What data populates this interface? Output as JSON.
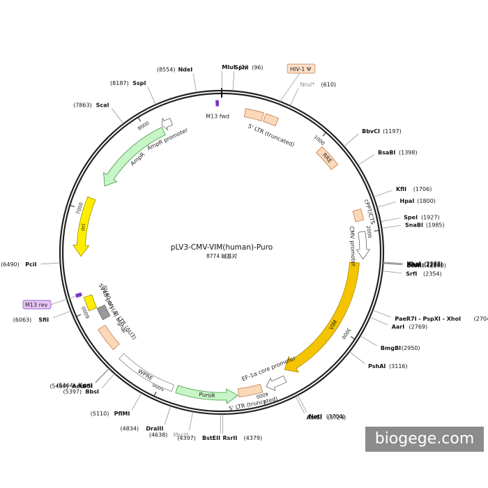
{
  "plasmid": {
    "name": "pLV3-CMV-VIM(human)-Puro",
    "size_label": "8774 碱基对",
    "length": 8774
  },
  "colors": {
    "backbone": "#222222",
    "utr": "#fbd9b8",
    "utr_stroke": "#c07a4a",
    "cds_yellow": "#f4c400",
    "ori_yellow": "#ffee00",
    "ampr_green": "#c8f5c8",
    "puro_green": "#c8f5c8",
    "promoter": "#ffffff",
    "primer": "#7a35c8",
    "primer_label_bg": "#e7c6f5",
    "hiv_label_bg": "#fde0c8"
  },
  "sites": [
    {
      "name": "MluI",
      "pos": "(1)",
      "bp": 1
    },
    {
      "name": "SphI",
      "pos": "(96)",
      "bp": 96
    },
    {
      "name": "NruI*",
      "pos": "(610)",
      "bp": 610,
      "grey": true
    },
    {
      "name": "BbvCI",
      "pos": "(1197)",
      "bp": 1197
    },
    {
      "name": "BsaBI",
      "pos": "(1398)",
      "bp": 1398
    },
    {
      "name": "KflI",
      "pos": "(1706)",
      "bp": 1706
    },
    {
      "name": "HpaI",
      "pos": "(1800)",
      "bp": 1800
    },
    {
      "name": "SpeI",
      "pos": "(1927)",
      "bp": 1927
    },
    {
      "name": "SnaBI",
      "pos": "(1985)",
      "bp": 1985
    },
    {
      "name": "XbaI",
      "pos": "(2278)",
      "bp": 2278
    },
    {
      "name": "NheI",
      "pos": "(2284)",
      "bp": 2284
    },
    {
      "name": "BmtI",
      "pos": "(2288)",
      "bp": 2288
    },
    {
      "name": "EcoRI",
      "pos": "(2290)",
      "bp": 2290
    },
    {
      "name": "SrfI",
      "pos": "(2354)",
      "bp": 2354
    },
    {
      "name": "PaeR7I - PspXI - XhoI",
      "pos": "(2704)",
      "bp": 2704
    },
    {
      "name": "AarI",
      "pos": "(2769)",
      "bp": 2769
    },
    {
      "name": "BmgBI",
      "pos": "(2950)",
      "bp": 2950
    },
    {
      "name": "PshAI",
      "pos": "(3116)",
      "bp": 3116
    },
    {
      "name": "NotI",
      "pos": "(3704)",
      "bp": 3704
    },
    {
      "name": "AsiSI",
      "pos": "(3724)",
      "bp": 3724
    },
    {
      "name": "RsrII",
      "pos": "(4379)",
      "bp": 4379
    },
    {
      "name": "BstEII",
      "pos": "(4397)",
      "bp": 4397
    },
    {
      "name": "MscI*",
      "pos": "(4638)",
      "bp": 4638,
      "grey": true
    },
    {
      "name": "DraIII",
      "pos": "(4834)",
      "bp": 4834
    },
    {
      "name": "PflMI",
      "pos": "(5110)",
      "bp": 5110
    },
    {
      "name": "BbsI",
      "pos": "(5397)",
      "bp": 5397
    },
    {
      "name": "Acc65I",
      "pos": "(5460)",
      "bp": 5460
    },
    {
      "name": "KpnI",
      "pos": "(5464)",
      "bp": 5464
    },
    {
      "name": "SfiI",
      "pos": "(6063)",
      "bp": 6063
    },
    {
      "name": "PciI",
      "pos": "(6490)",
      "bp": 6490
    },
    {
      "name": "ScaI",
      "pos": "(7863)",
      "bp": 7863
    },
    {
      "name": "SspI",
      "pos": "(8187)",
      "bp": 8187
    },
    {
      "name": "NdeI",
      "pos": "(8554)",
      "bp": 8554
    }
  ],
  "features": [
    {
      "name": "M13 fwd",
      "type": "primer",
      "start": 8720,
      "end": 8745
    },
    {
      "name": "5' LTR (truncated)",
      "type": "utr",
      "start": 230,
      "end": 410
    },
    {
      "name": "5' LTR (truncated) b",
      "type": "utr",
      "start": 430,
      "end": 560
    },
    {
      "name": "RRE",
      "type": "utr",
      "start": 1060,
      "end": 1290
    },
    {
      "name": "cPPT/CTS",
      "type": "utr",
      "start": 1770,
      "end": 1880
    },
    {
      "name": "CMV promoter",
      "type": "promoter",
      "start": 1990,
      "end": 2260
    },
    {
      "name": "VIM",
      "type": "cds",
      "start": 2300,
      "end": 3700
    },
    {
      "name": "EF-1α core promoter",
      "type": "promoter",
      "start": 3740,
      "end": 3940
    },
    {
      "name": "5' LTR (truncated)",
      "type": "utr",
      "start": 3990,
      "end": 4220
    },
    {
      "name": "PuroR",
      "type": "cds_green",
      "start": 4230,
      "end": 4830
    },
    {
      "name": "WPRE",
      "type": "promoter_box",
      "start": 4870,
      "end": 5460
    },
    {
      "name": "3' LTR (ΔU3)",
      "type": "utr",
      "start": 5560,
      "end": 5800
    },
    {
      "name": "SV40 poly(A) signal",
      "type": "grey",
      "start": 5860,
      "end": 5990
    },
    {
      "name": "SV40 ori",
      "type": "ori",
      "start": 6000,
      "end": 6140
    },
    {
      "name": "M13 rev",
      "type": "primer",
      "start": 6160,
      "end": 6190
    },
    {
      "name": "ori",
      "type": "ori_arrow",
      "start": 6540,
      "end": 7130
    },
    {
      "name": "AmpR",
      "type": "cds_green_rev",
      "start": 7300,
      "end": 8150
    },
    {
      "name": "AmpR promoter",
      "type": "promoter_rev",
      "start": 8160,
      "end": 8260
    }
  ],
  "feature_labels": {
    "m13fwd": "M13 fwd",
    "ltr5": "5' LTR (truncated)",
    "rre": "RRE",
    "cppt": "cPPT/CTS",
    "cmv": "CMV promoter",
    "vim": "VIM",
    "ef1a": "EF-1α core promoter",
    "ltr5b": "5' LTR (truncated)",
    "puror": "PuroR",
    "wpre": "WPRE",
    "ltr3": "3' LTR (ΔU3)",
    "sv40pa": "SV40 poly(A) signal",
    "sv40ori": "SV40 ori",
    "ori": "ori",
    "ampr": "AmpR",
    "amprp": "AmpR promoter"
  },
  "callouts": {
    "hiv": "HIV-1 Ψ",
    "m13rev": "M13 rev"
  },
  "ticks": [
    "1000",
    "2000",
    "3000",
    "4000",
    "5000",
    "6000",
    "7000",
    "8000"
  ],
  "watermark": "biogege.com"
}
